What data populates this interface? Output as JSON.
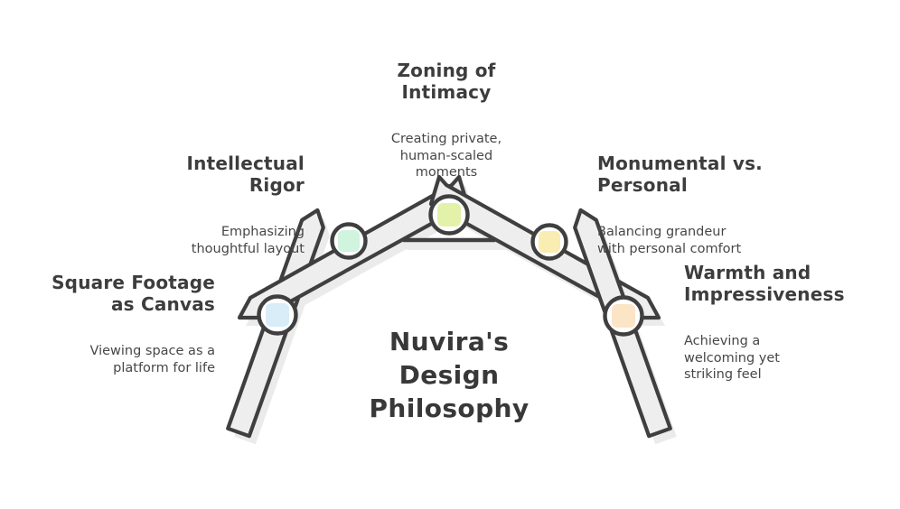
{
  "page": {
    "background": "#ffffff"
  },
  "diagram": {
    "title": "Nuvira's\nDesign\nPhilosophy",
    "stroke_color": "#3f3f3f",
    "beam_fill": "#eeeeee",
    "shadow_fill": "#e8e8e8",
    "node_ring_fill": "#ffffff",
    "items": [
      {
        "id": "square-footage-as-canvas",
        "label": "Square Footage\nas Canvas",
        "description": "Viewing space as a\nplatform for life",
        "color": "#d8edf8"
      },
      {
        "id": "intellectual-rigor",
        "label": "Intellectual\nRigor",
        "description": "Emphasizing\nthoughtful layout",
        "color": "#d0f4dd"
      },
      {
        "id": "zoning-of-intimacy",
        "label": "Zoning of\nIntimacy",
        "description": "Creating private,\nhuman-scaled\nmoments",
        "color": "#e2f3a9"
      },
      {
        "id": "monumental-vs-personal",
        "label": "Monumental vs.\nPersonal",
        "description": "Balancing grandeur\nwith personal comfort",
        "color": "#f9edb1"
      },
      {
        "id": "warmth-and-impressiveness",
        "label": "Warmth and\nImpressiveness",
        "description": "Achieving a\nwelcoming yet\nstriking feel",
        "color": "#fce4c6"
      }
    ]
  }
}
